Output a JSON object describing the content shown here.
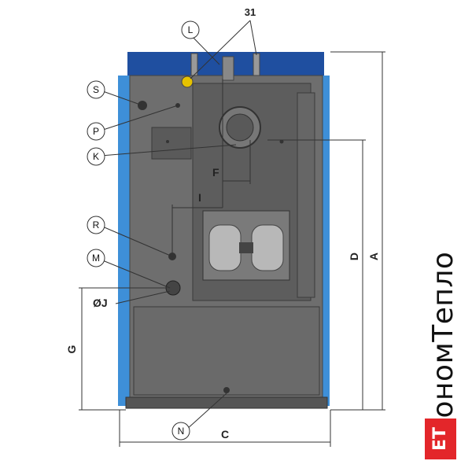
{
  "labels": {
    "L": "L",
    "S": "S",
    "P": "P",
    "K": "K",
    "R": "R",
    "M": "M",
    "N": "N",
    "n31": "31",
    "F": "F",
    "I": "I",
    "J": "ØJ",
    "G": "G",
    "D": "D",
    "A": "A",
    "C": "C"
  },
  "brand": {
    "name": "ЕкономТепло",
    "badge": "ET"
  },
  "colors": {
    "top_band": "#1f4fa0",
    "side_panels": "#3e8fd8",
    "body": "#6e6e6e",
    "inner": "#5a5a5a"
  }
}
